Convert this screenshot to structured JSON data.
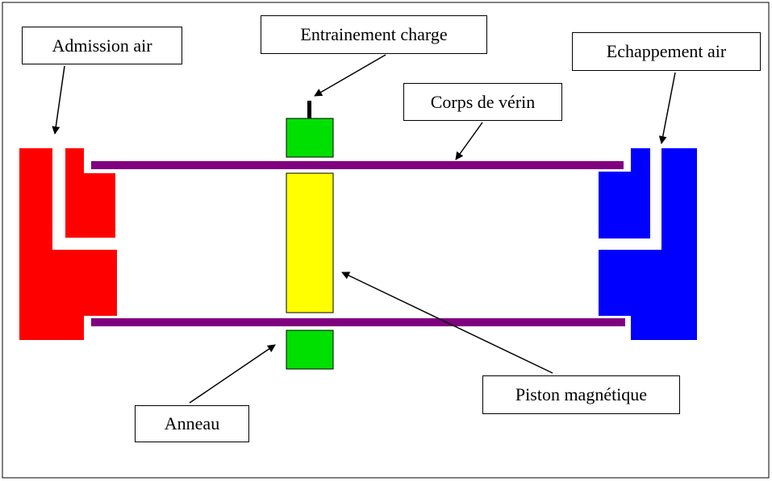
{
  "labels": {
    "admission": "Admission air",
    "entrainement": "Entrainement charge",
    "echappement": "Echappement air",
    "corps": "Corps de vérin",
    "piston": "Piston magnétique",
    "anneau": "Anneau"
  },
  "colors": {
    "admission": "#ff0000",
    "echappement": "#0000ff",
    "tube": "#800080",
    "piston": "#ffff00",
    "ring": "#00e000"
  }
}
